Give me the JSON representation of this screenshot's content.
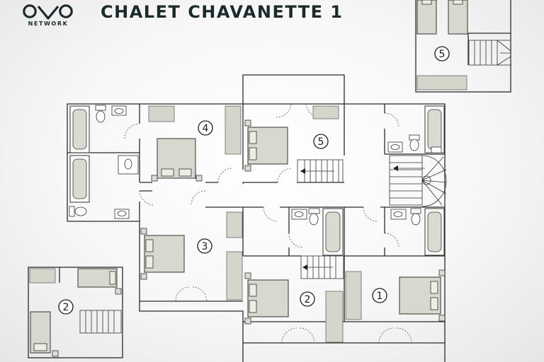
{
  "header": {
    "brand_name": "NETWORK",
    "logo_icon": "ovo-network-logo",
    "title": "CHALET CHAVANETTE 1"
  },
  "room_labels": {
    "bedroom_4": "4",
    "bedroom_5_main": "5",
    "bedroom_5_inset": "5",
    "bedroom_3": "3",
    "bedroom_2_main": "2",
    "bedroom_2_inset": "2",
    "bedroom_1": "1"
  },
  "colors": {
    "wall": "#2a2a2a",
    "furniture_fill": "#d7d9ce",
    "text": "#1c2b2a"
  }
}
